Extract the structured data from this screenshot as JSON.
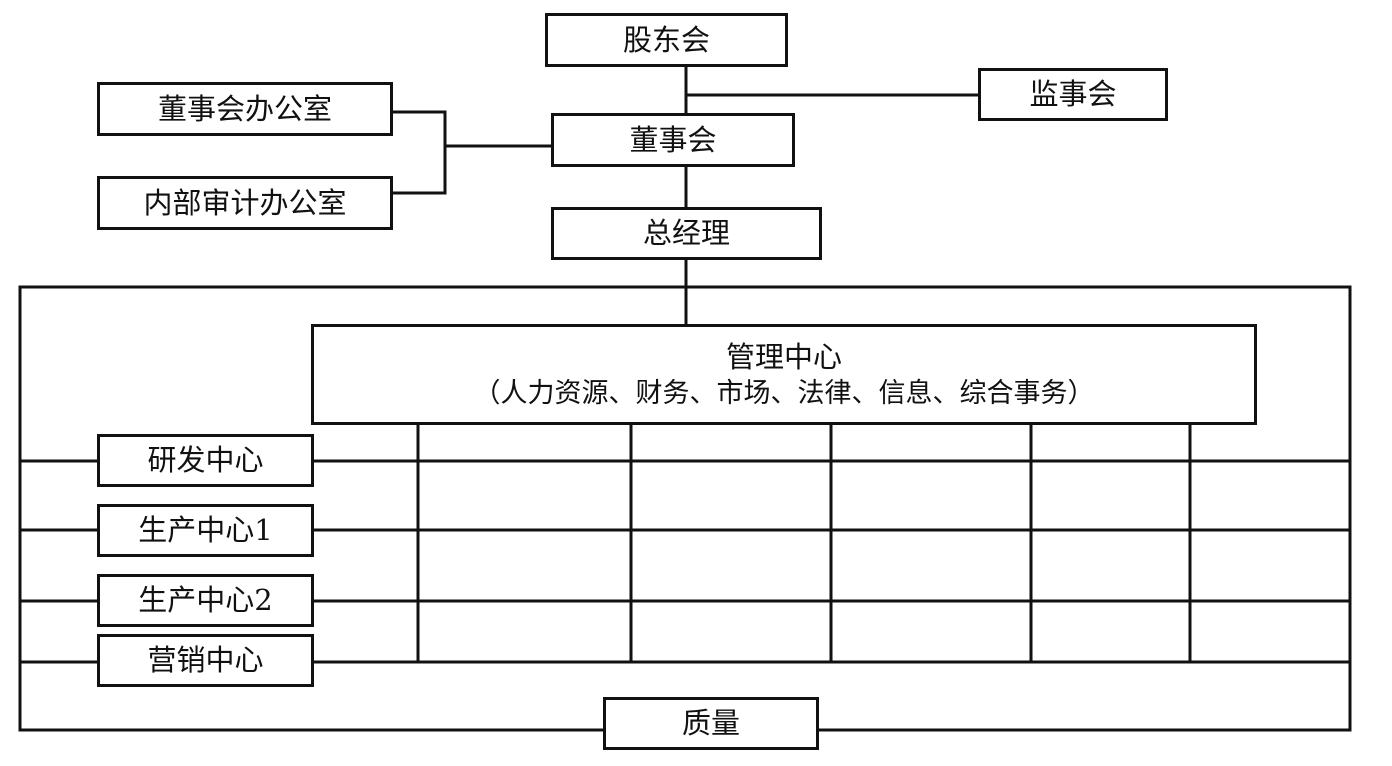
{
  "top": {
    "shareholders": "股东会",
    "supervisors": "监事会",
    "board": "董事会",
    "board_office": "董事会办公室",
    "audit_office": "内部审计办公室",
    "general_manager": "总经理"
  },
  "management": {
    "title": "管理中心",
    "subtitle": "（人力资源、财务、市场、法律、信息、综合事务）"
  },
  "centers": [
    "研发中心",
    "生产中心1",
    "生产中心2",
    "营销中心"
  ],
  "quality": "质量"
}
